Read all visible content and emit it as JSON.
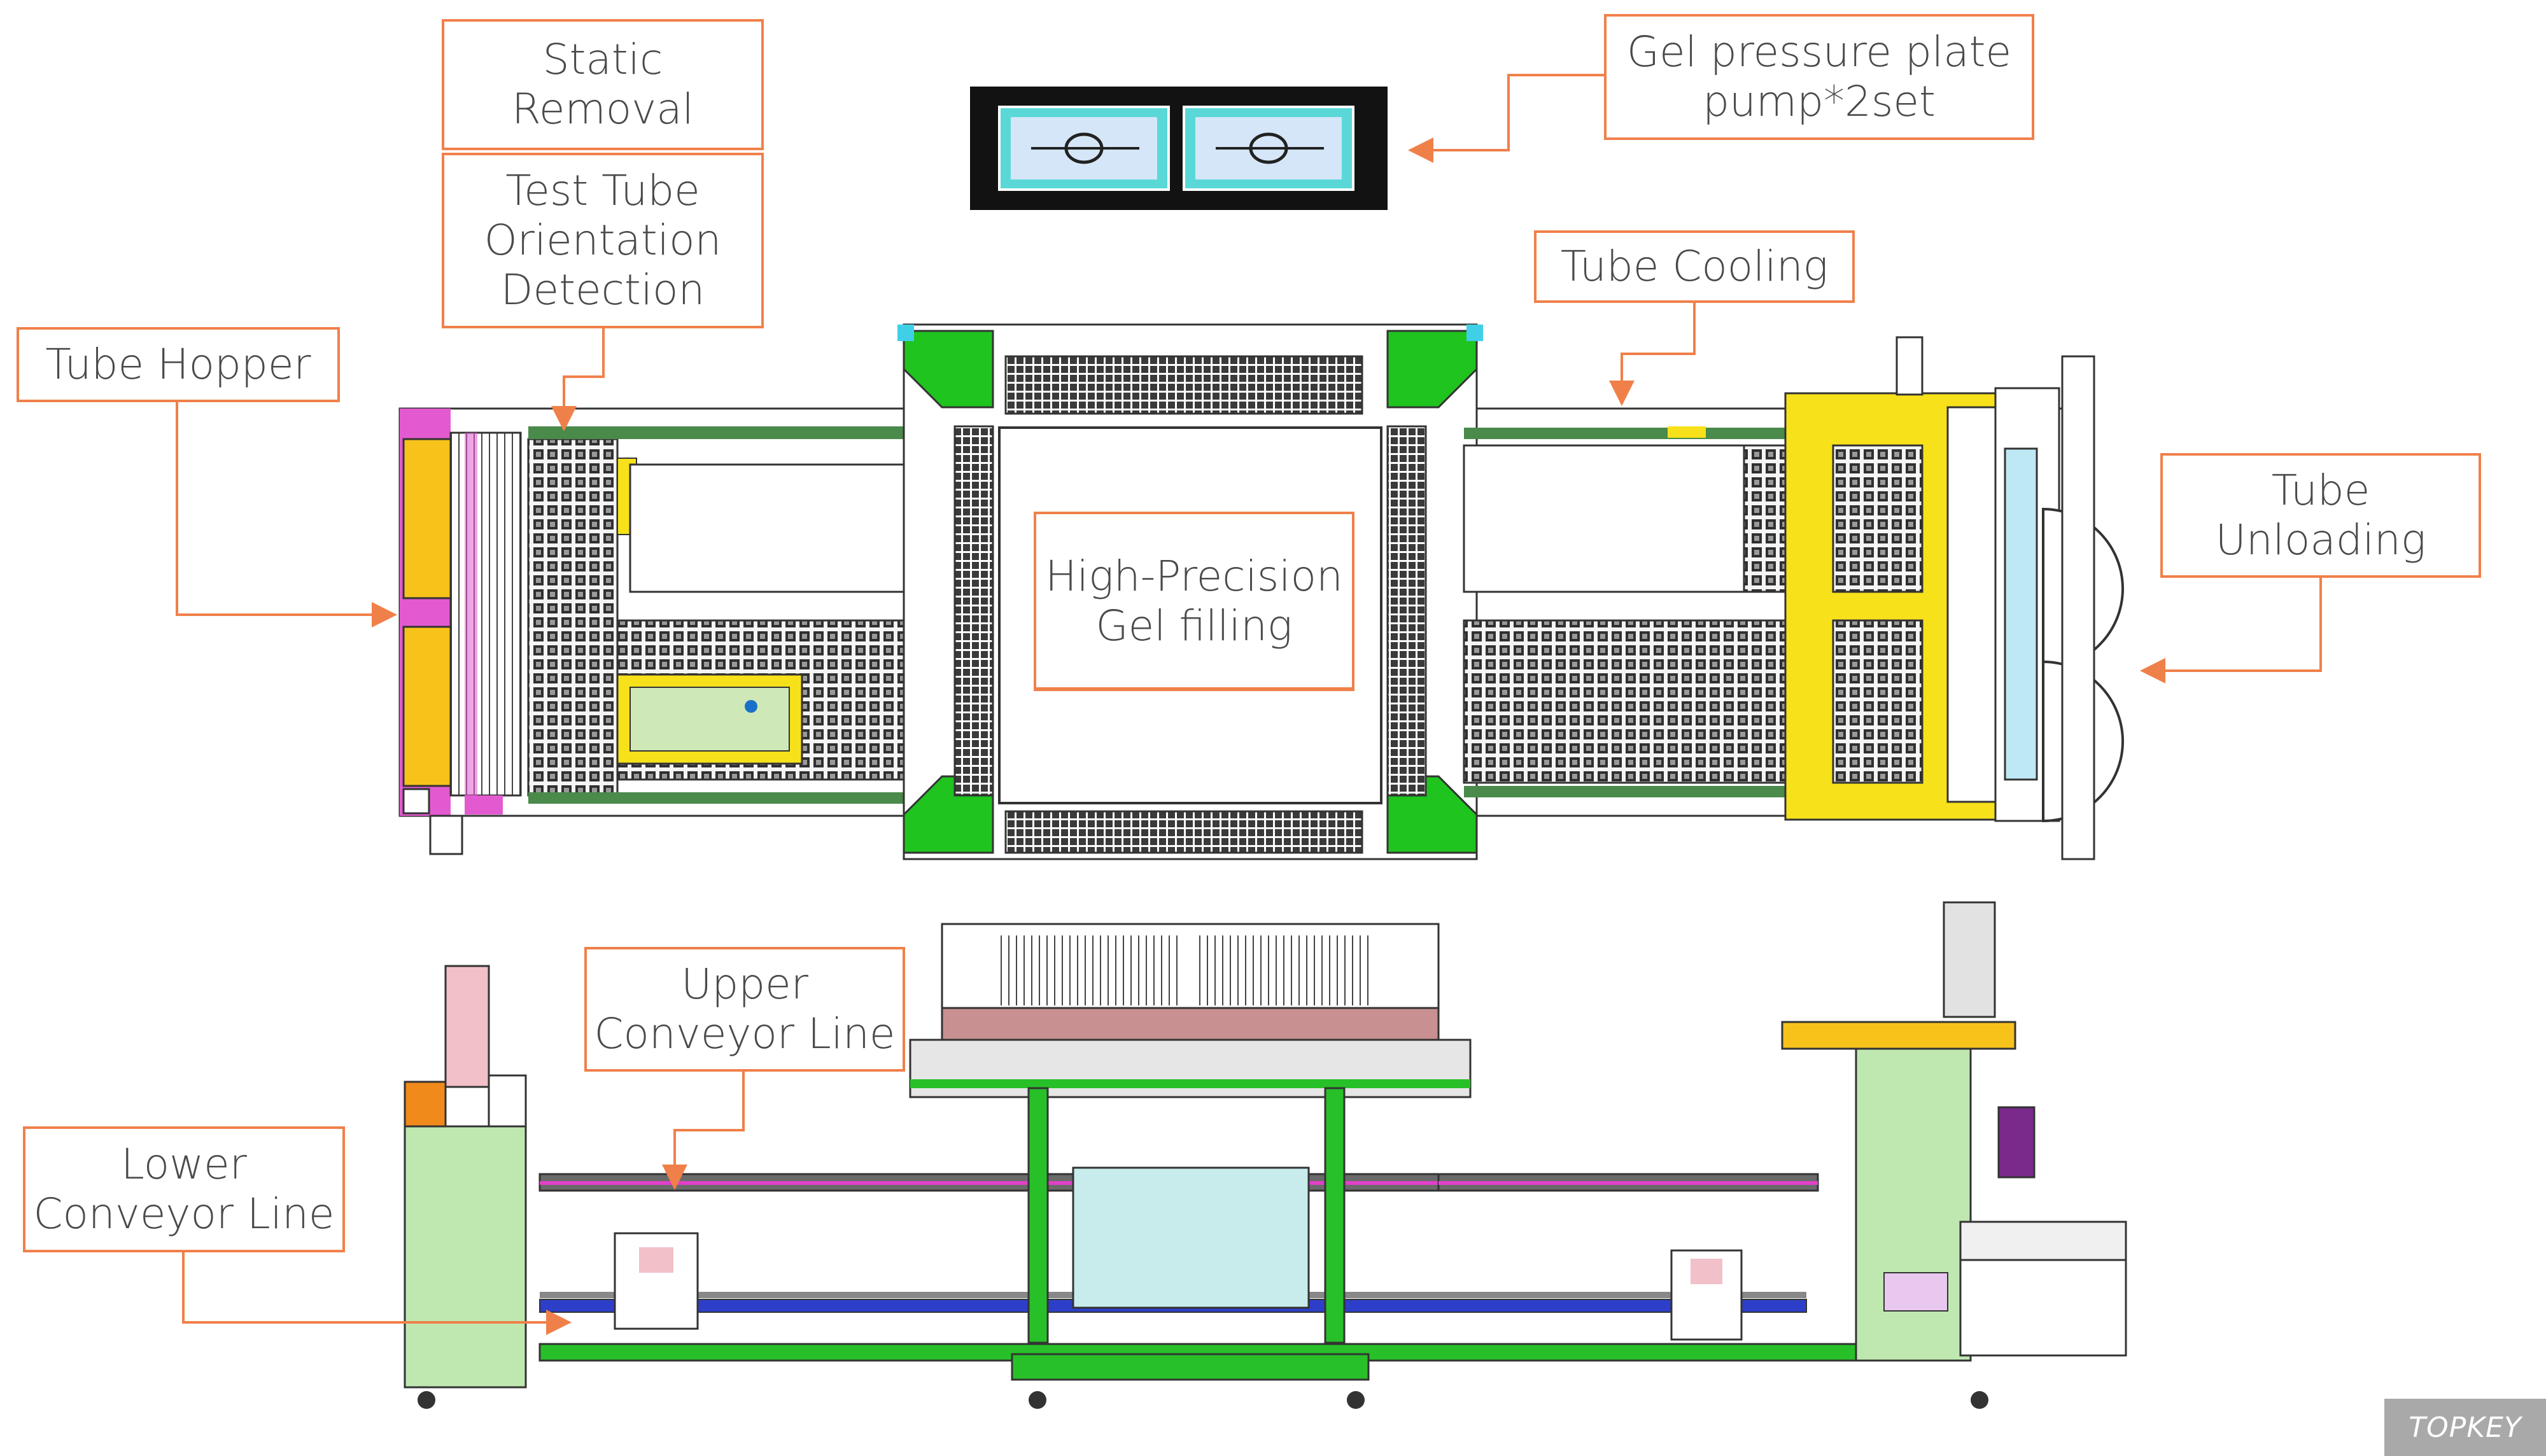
{
  "labels": {
    "static_removal": "Static\nRemoval",
    "orientation_detection": "Test Tube\nOrientation\nDetection",
    "tube_hopper": "Tube Hopper",
    "gel_pump": "Gel pressure plate\npump*2set",
    "tube_cooling": "Tube Cooling",
    "gel_filling": "High-Precision\nGel filling",
    "tube_unloading": "Tube\nUnloading",
    "upper_conveyor": "Upper\nConveyor Line",
    "lower_conveyor": "Lower\nConveyor Line"
  },
  "watermark": "TOPKEY",
  "colors": {
    "callout_border": "#f0804a",
    "frame_green": "#1fc41f",
    "hopper_yellow": "#f7c21a",
    "mesh_dark": "#2a2a2a",
    "pink": "#e040c8",
    "blue_rail": "#2d3fc8"
  }
}
